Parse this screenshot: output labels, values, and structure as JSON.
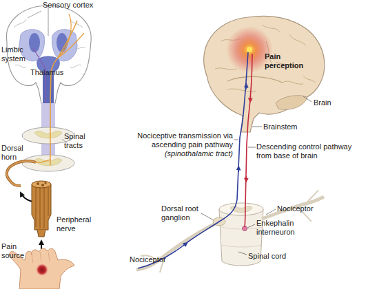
{
  "diagram": {
    "labels": [
      "Sensory cortex",
      "Limbic system",
      "Thalamus",
      "Spinal tracts",
      "Dorsal horn",
      "Peripheral nerve",
      "Pain source",
      "Pain perception",
      "Brain",
      "Brainstem",
      "Nociceptive transmission via ascending pain pathway",
      "(spinothalamic tract)",
      "Descending control pathway from base of brain",
      "Nociceptor",
      "Dorsal root ganglion",
      "Enkephalin interneuron",
      "Spinal cord",
      "Nociceptor"
    ]
  }
}
